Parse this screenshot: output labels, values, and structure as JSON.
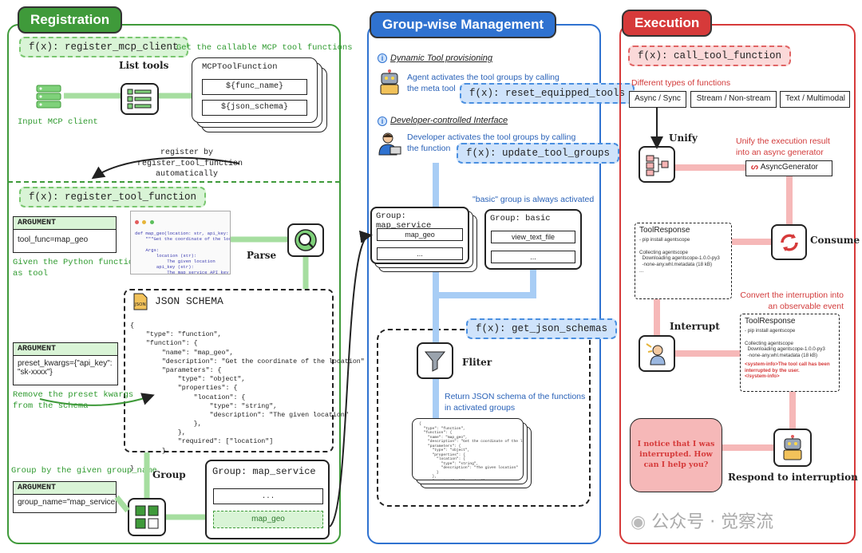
{
  "panels": {
    "registration": {
      "title": "Registration",
      "fx_register_mcp": "f(x): register_mcp_client",
      "get_callable": "Get the callable MCP tool functions",
      "input_mcp": "Input MCP client",
      "list_tools": "List tools",
      "mcp_tool_function": "MCPToolFunction",
      "func_name": "${func_name}",
      "json_schema": "${json_schema}",
      "register_by": "register by",
      "register_tool_function_label": "register_tool_function",
      "automatically": "automatically",
      "fx_register_tool": "f(x): register_tool_function",
      "arg1_head": "ARGUMENT",
      "arg1_body": "tool_func=map_geo",
      "given_python": "Given the Python function",
      "as_tool": "as tool",
      "parse": "Parse",
      "json_schema_title": "JSON SCHEMA",
      "arg2_head": "ARGUMENT",
      "arg2_body": "preset_kwargs={\"api_key\": \"sk-xxxx\"}",
      "remove_preset": "Remove the preset kwargs",
      "from_schema": "from the schema",
      "group_by": "Group by the given group_name",
      "arg3_head": "ARGUMENT",
      "arg3_body": "group_name=\"map_service\"",
      "group_label": "Group",
      "group_box_title": "Group: map_service",
      "group_item_1": "...",
      "group_item_2": "map_geo",
      "code_snippet": "def map_geo(location: str, api_key: str):\n    \"\"\"Get the coordinate of the location\n\n    Args:\n        location (str):\n            The given location\n        api_key (str):\n            The map service API key\n    ...",
      "schema_code": "{\n    \"type\": \"function\",\n    \"function\": {\n        \"name\": \"map_geo\",\n        \"description\": \"Get the coordinate of the location\"\n        \"parameters\": {\n            \"type\": \"object\",\n            \"properties\": {\n                \"location\": {\n                    \"type\": \"string\",\n                    \"description\": \"The given location\"\n                },\n            },\n            \"required\": [\"location\"]\n        }\n    }\n}"
    },
    "group": {
      "title": "Group-wise Management",
      "dynamic_title": "Dynamic Tool provisioning",
      "dynamic_desc_1": "Agent activates the tool groups by calling",
      "dynamic_desc_2": "the meta tool",
      "fx_reset": "f(x): reset_equipped_tools",
      "dev_title": "Developer-controlled Interface",
      "dev_desc_1": "Developer activates the tool groups by calling",
      "dev_desc_2": "the function",
      "fx_update": "f(x): update_tool_groups",
      "basic_note": "\"basic\" group is always activated",
      "group_map_title": "Group: map_service",
      "group_map_item1": "map_geo",
      "group_map_item2": "...",
      "group_basic_title": "Group: basic",
      "group_basic_item1": "view_text_file",
      "group_basic_item2": "...",
      "fx_get_schemas": "f(x): get_json_schemas",
      "filter_label": "Fliter",
      "return_desc_1": "Return JSON schema of the functions",
      "return_desc_2": "in activated groups",
      "mini_schema": "{\n  \"type\": \"function\",\n  \"function\": {\n    \"name\": \"map_geo\",\n    \"description\": \"Get the coordinate of the location\",\n    \"parameters\": {\n      \"type\": \"object\",\n      \"properties\": {\n        \"location\": {\n          \"type\": \"string\",\n          \"description\": \"The given location\"\n        }\n      },\n      \"required\": [\"location\"]\n    }\n  }\n}"
    },
    "execution": {
      "title": "Execution",
      "fx_call": "f(x): call_tool_function",
      "different_types": "Different types of functions",
      "type1": "Async / Sync",
      "type2": "Stream / Non-stream",
      "type3": "Text / Multimodal",
      "unify": "Unify",
      "unify_desc_1": "Unify the execution result",
      "unify_desc_2": "into an async generator",
      "async_gen": "AsyncGenerator",
      "tool_response_1": "ToolResponse",
      "tr1_body": "- pip install agentscope\n\nCollecting agentscope\n  Downloading agentscope-1.0.0-py3\n  -none-any.whl.metadata (18 kB)\n...",
      "consume": "Consume",
      "convert_1": "Convert the interruption into",
      "convert_2": "an observable event",
      "interrupt": "Interrupt",
      "tool_response_2": "ToolResponse",
      "tr2_body": "- pip install agentscope\n\nCollecting agentscope\n  Downloading agentscope-1.0.0-py3\n  -none-any.whl.metadata (18 kB)",
      "tr2_info": "<system-info>The tool call has been\ninterrupted by the user.\n</system-info>",
      "bubble": "I notice that I was interrupted. How can I help you?",
      "respond": "Respond to interruption"
    }
  },
  "watermark": "公众号 · 觉察流",
  "colors": {
    "green": "#3f9a3a",
    "blue": "#2f72d0",
    "red": "#d63a3a",
    "light_green": "#d9f4d6",
    "light_blue": "#cfe3fb",
    "light_red": "#fbd9d9"
  },
  "icons": [
    "server-icon",
    "list-icon",
    "search-icon",
    "json-file-icon",
    "group-icon",
    "robot-icon",
    "developer-icon",
    "filter-icon",
    "unify-icon",
    "refresh-icon",
    "interrupt-icon",
    "chat-icon"
  ]
}
